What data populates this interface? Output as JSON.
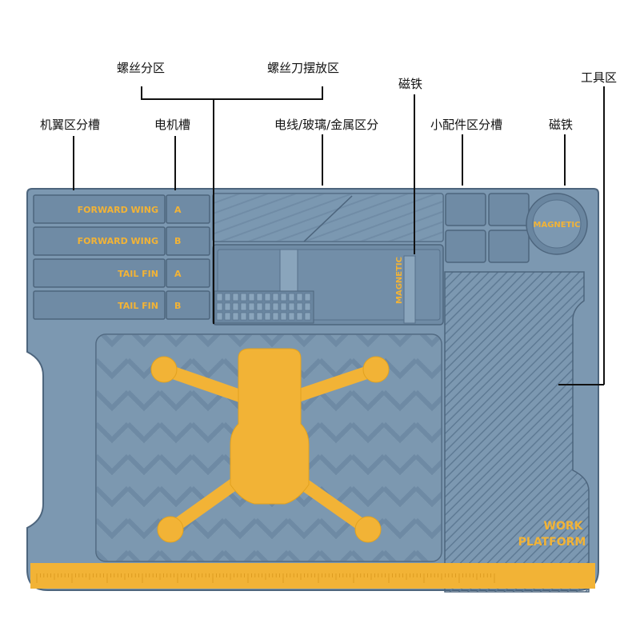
{
  "callouts": {
    "screw_zone": "螺丝分区",
    "screwdriver_zone": "螺丝刀摆放区",
    "magnet_top": "磁铁",
    "tool_zone": "工具区",
    "wing_slots": "机翼区分槽",
    "motor_slot": "电机槽",
    "wire_glass_metal": "电线/玻璃/金属区分",
    "small_parts_slots": "小配件区分槽",
    "magnet_right": "磁铁"
  },
  "mat": {
    "slot_rows": [
      {
        "label": "FORWARD WING",
        "tag": "A"
      },
      {
        "label": "FORWARD WING",
        "tag": "B"
      },
      {
        "label": "TAIL FIN",
        "tag": "A"
      },
      {
        "label": "TAIL FIN",
        "tag": "B"
      }
    ],
    "magnetic_strip": "MAGNETIC",
    "magnetic_circle": "MAGNETIC",
    "platform_line1": "WORK",
    "platform_line2": "PLATFORM"
  },
  "colors": {
    "mat": "#7c98b1",
    "groove": "#6a86a0",
    "groove_dark": "#56708a",
    "outline": "#4d657d",
    "accent": "#f2b336"
  }
}
